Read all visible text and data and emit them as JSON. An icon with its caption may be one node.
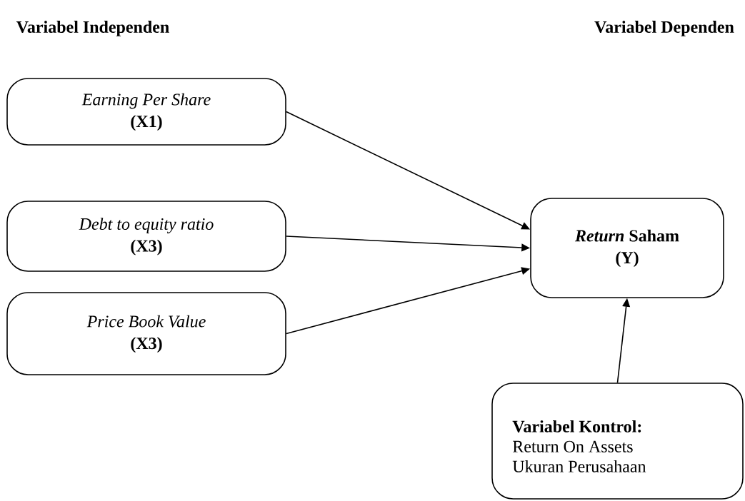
{
  "diagram": {
    "nodes": [
      {
        "text": [
          "Earning Per Share",
          "(X1)"
        ]
      },
      {
        "text": [
          "Debt to equity ratio",
          "(X3)"
        ]
      },
      {
        "text": [
          "Price Book Value",
          "(X3)"
        ]
      },
      {
        "text": [
          "*Return* Saham",
          "(Y)"
        ]
      },
      {
        "text": [
          "Variabel Kontrol:",
          "Return On Assets",
          "Ukuran Perusahaan"
        ]
      }
    ],
    "edges": [
      {
        "from": 0,
        "to": 3,
        "arrow": "to"
      },
      {
        "from": 1,
        "to": 3,
        "arrow": "to"
      },
      {
        "from": 2,
        "to": 3,
        "arrow": "to"
      },
      {
        "from": 4,
        "to": 3,
        "arrow": "to"
      }
    ],
    "labels": [
      "Variabel Independen",
      "Variabel Dependen"
    ]
  }
}
